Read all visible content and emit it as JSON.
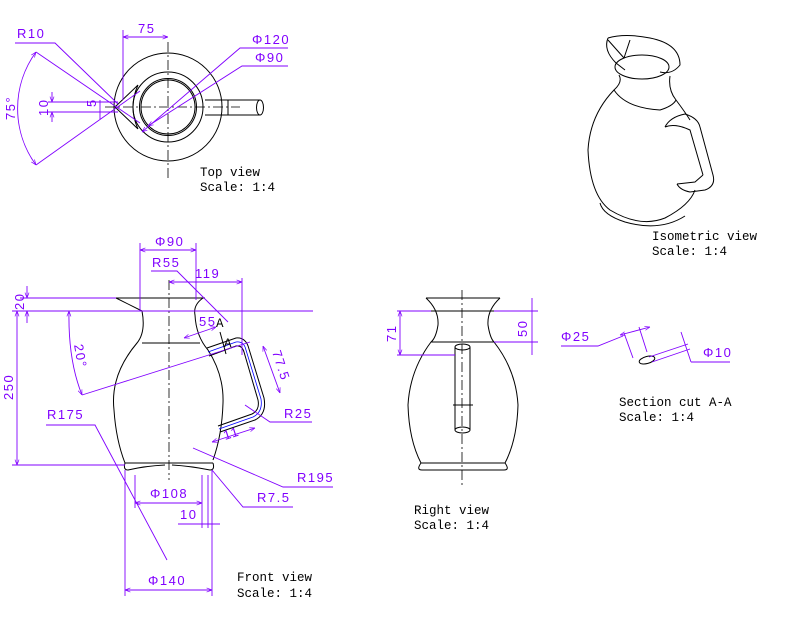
{
  "top_view": {
    "title": "Top view",
    "scale": "Scale:  1:4",
    "dims": {
      "r10": "R10",
      "d75": "75",
      "phi120": "Φ120",
      "phi90": "Φ90",
      "ang75": "75°",
      "d10": "10",
      "d5": "5"
    }
  },
  "front_view": {
    "title": "Front view",
    "scale": "Scale:  1:4",
    "dims": {
      "phi90": "Φ90",
      "r55": "R55",
      "d119": "119",
      "d20": "20",
      "d250": "250",
      "ang20": "20°",
      "d55": "55",
      "sectA": "A",
      "d77_5": "77.5",
      "r25": "R25",
      "d11": "11",
      "r175": "R175",
      "r195": "R195",
      "r7_5": "R7.5",
      "phi108": "Φ108",
      "d10": "10",
      "phi140": "Φ140"
    }
  },
  "right_view": {
    "title": "Right view",
    "scale": "Scale:  1:4",
    "dims": {
      "d71": "71",
      "d50": "50"
    }
  },
  "section_view": {
    "title": "Section cut A-A",
    "scale": "Scale:  1:4",
    "dims": {
      "phi25": "Φ25",
      "phi10": "Φ10"
    }
  },
  "iso_view": {
    "title": "Isometric view",
    "scale": "Scale:  1:4"
  }
}
